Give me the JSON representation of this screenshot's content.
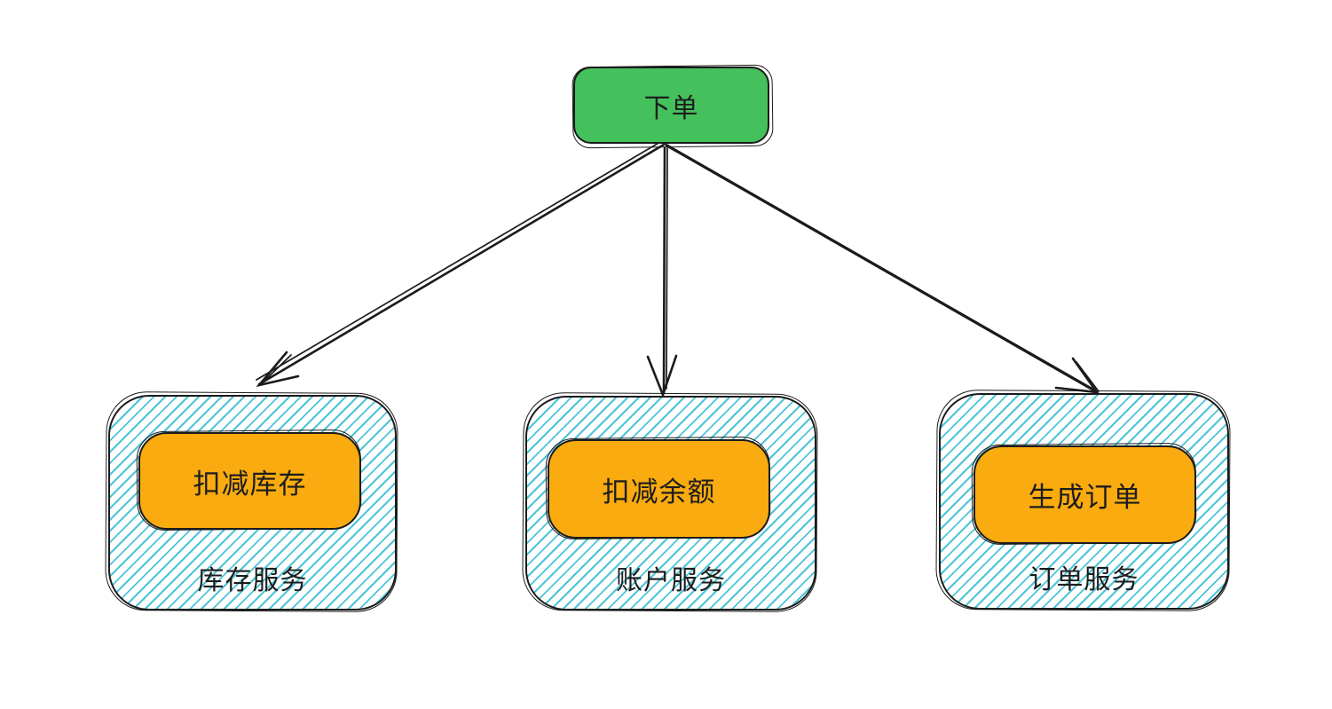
{
  "colors": {
    "node_fill": "#44c05c",
    "action_fill": "#f9ab0f",
    "hatch": "#4cc5d7",
    "ink": "#1b1b1b",
    "text": "#1d1d1d",
    "canvas_bg": "#ffffff"
  },
  "diagram": {
    "root": {
      "label": "下单"
    },
    "services": [
      {
        "action": "扣减库存",
        "container": "库存服务"
      },
      {
        "action": "扣减余额",
        "container": "账户服务"
      },
      {
        "action": "生成订单",
        "container": "订单服务"
      }
    ],
    "edges": [
      {
        "from": "下单",
        "to": "库存服务"
      },
      {
        "from": "下单",
        "to": "账户服务"
      },
      {
        "from": "下单",
        "to": "订单服务"
      }
    ]
  }
}
